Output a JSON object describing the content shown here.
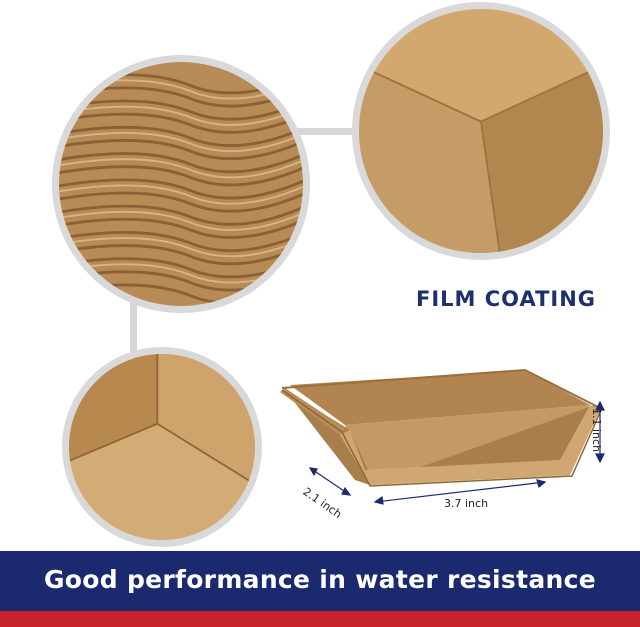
{
  "feature_label": "FILM COATING",
  "banner": {
    "text": "Good performance in water resistance"
  },
  "dimensions": {
    "length": "3.7 inch",
    "width": "2.1 inch",
    "height": "1.1 inch"
  },
  "colors": {
    "kraft": "#c49a64",
    "kraft_dark": "#a87f4b",
    "navy": "#1b2a6e",
    "red": "#c8232c",
    "ring": "#d9d9d9"
  }
}
